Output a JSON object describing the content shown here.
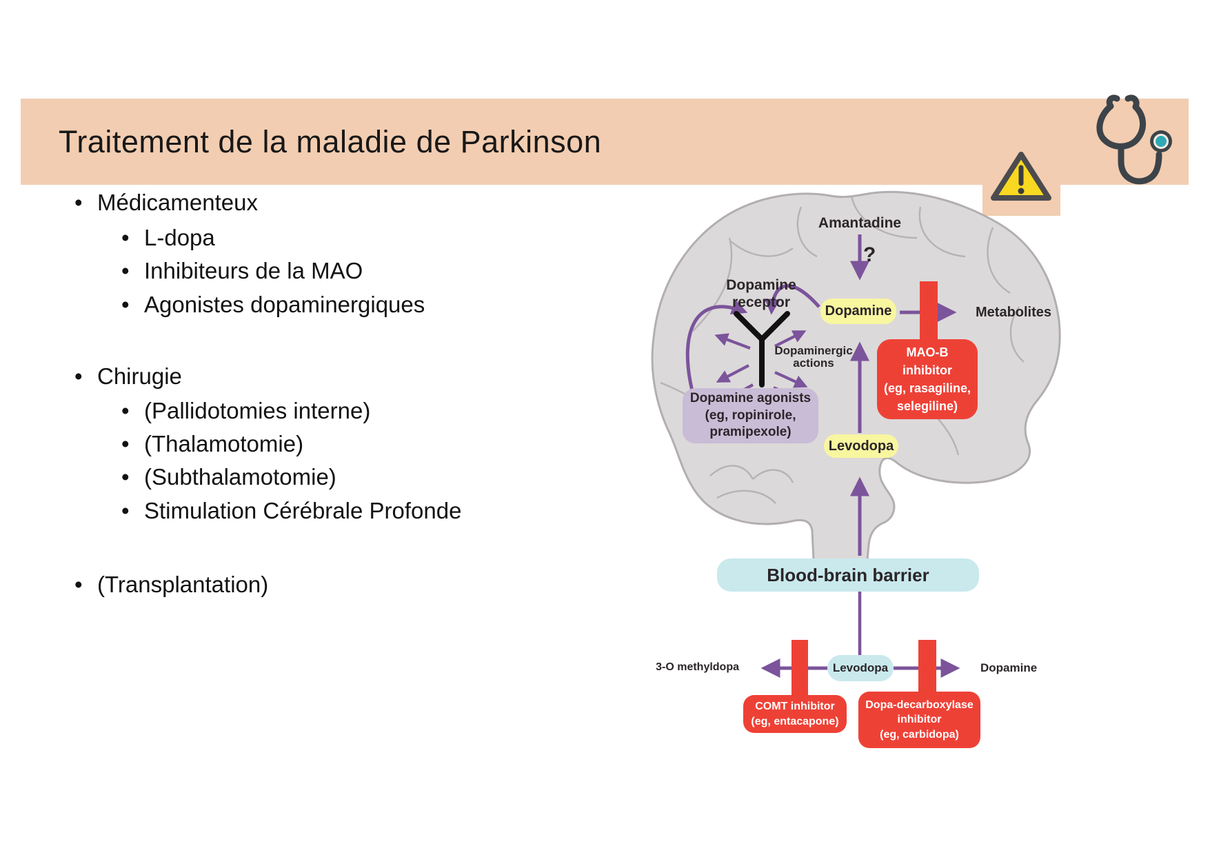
{
  "slide": {
    "title": "Traitement de la maladie de Parkinson",
    "bullets": [
      {
        "level": 1,
        "text": "Médicamenteux"
      },
      {
        "level": 2,
        "text": "L-dopa"
      },
      {
        "level": 2,
        "text": "Inhibiteurs de la MAO"
      },
      {
        "level": 2,
        "text": "Agonistes dopaminergiques"
      },
      {
        "level": 1,
        "text": "Chirugie"
      },
      {
        "level": 2,
        "text": "(Pallidotomies interne)"
      },
      {
        "level": 2,
        "text": "(Thalamotomie)"
      },
      {
        "level": 2,
        "text": "(Subthalamotomie)"
      },
      {
        "level": 2,
        "text": "Stimulation Cérébrale Profonde"
      },
      {
        "level": 1,
        "text": "(Transplantation)"
      }
    ],
    "icons": [
      {
        "name": "warning-triangle-icon"
      },
      {
        "name": "stethoscope-icon"
      }
    ]
  },
  "diagram": {
    "amantadine": "Amantadine",
    "question_mark": "?",
    "dopamine_receptor": "Dopamine\nreceptor",
    "dopamine": "Dopamine",
    "metabolites": "Metabolites",
    "maob_inhibitor": "MAO-B\ninhibitor\n(eg, rasagiline,\nselegiline)",
    "dopaminergic_actions": "Dopaminergic\nactions",
    "dopamine_agonists": "Dopamine agonists\n(eg, ropinirole,\npramipexole)",
    "levodopa_brain": "Levodopa",
    "blood_brain_barrier": "Blood-brain barrier",
    "methyldopa": "3-O methyldopa",
    "levodopa_blood": "Levodopa",
    "dopamine_blood": "Dopamine",
    "comt_inhibitor": "COMT inhibitor\n(eg, entacapone)",
    "ddc_inhibitor": "Dopa-decarboxylase\ninhibitor\n(eg, carbidopa)"
  },
  "colors": {
    "header_peach": "#f2cdb1",
    "box_yellow": "#f9f6a0",
    "box_red": "#ee4136",
    "box_lavender": "#c9bcd6",
    "box_lightblue": "#c9e9ed",
    "arrow_purple": "#7b549b",
    "brain_fill": "#dcd9da",
    "brain_outline": "#b2aeb1",
    "warning_yellow": "#f8d821",
    "icon_dark": "#3d4449",
    "icon_teal": "#2fa9b6"
  }
}
